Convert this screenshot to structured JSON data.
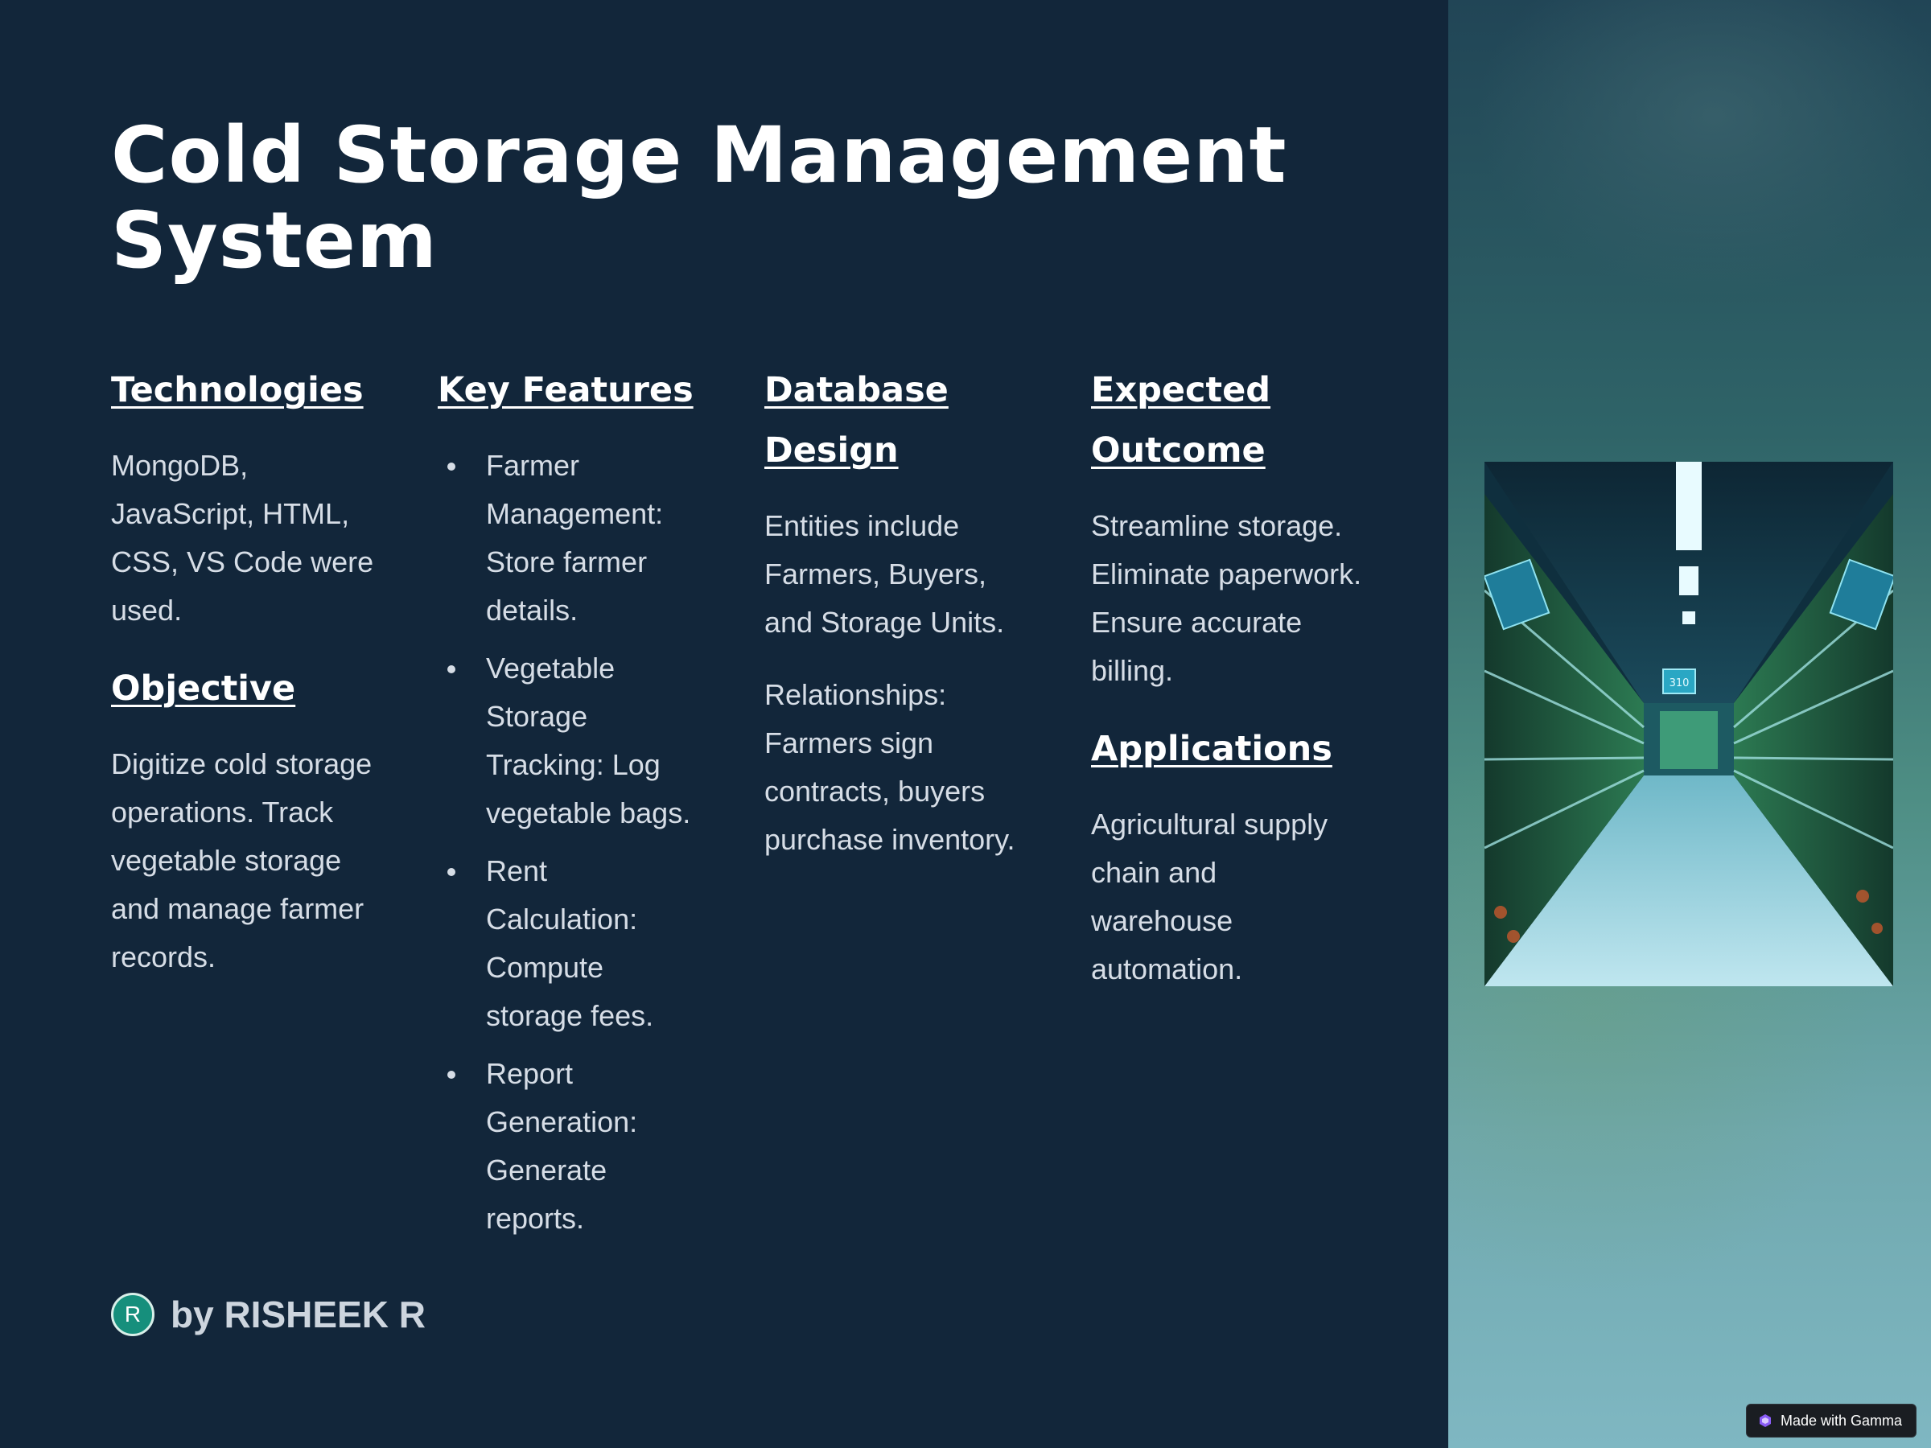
{
  "slide": {
    "title": "Cold Storage Management System",
    "sections": {
      "technologies": {
        "heading": "Technologies",
        "body": "MongoDB, JavaScript, HTML, CSS, VS Code were used."
      },
      "objective": {
        "heading": "Objective",
        "body": "Digitize cold storage operations. Track vegetable storage and manage farmer records."
      },
      "key_features": {
        "heading": "Key Features",
        "items": [
          "Farmer Management: Store farmer details.",
          "Vegetable Storage Tracking: Log vegetable bags.",
          "Rent Calculation: Compute storage fees.",
          "Report Generation: Generate reports."
        ]
      },
      "database_design": {
        "heading": "Database Design",
        "paragraphs": [
          "Entities include Farmers, Buyers, and Storage Units.",
          "Relationships: Farmers sign contracts, buyers purchase inventory."
        ]
      },
      "expected_outcome": {
        "heading": "Expected Outcome",
        "body": "Streamline storage. Eliminate paperwork. Ensure accurate billing."
      },
      "applications": {
        "heading": "Applications",
        "body": "Agricultural supply chain and warehouse automation."
      }
    },
    "author": {
      "initial": "R",
      "label": "by RISHEEK R"
    },
    "photo_display": "310"
  },
  "badge": {
    "label": "Made with Gamma"
  },
  "colors": {
    "background": "#12263a",
    "heading": "#ffffff",
    "body_text": "#d6dde6",
    "avatar": "#168f7c"
  }
}
